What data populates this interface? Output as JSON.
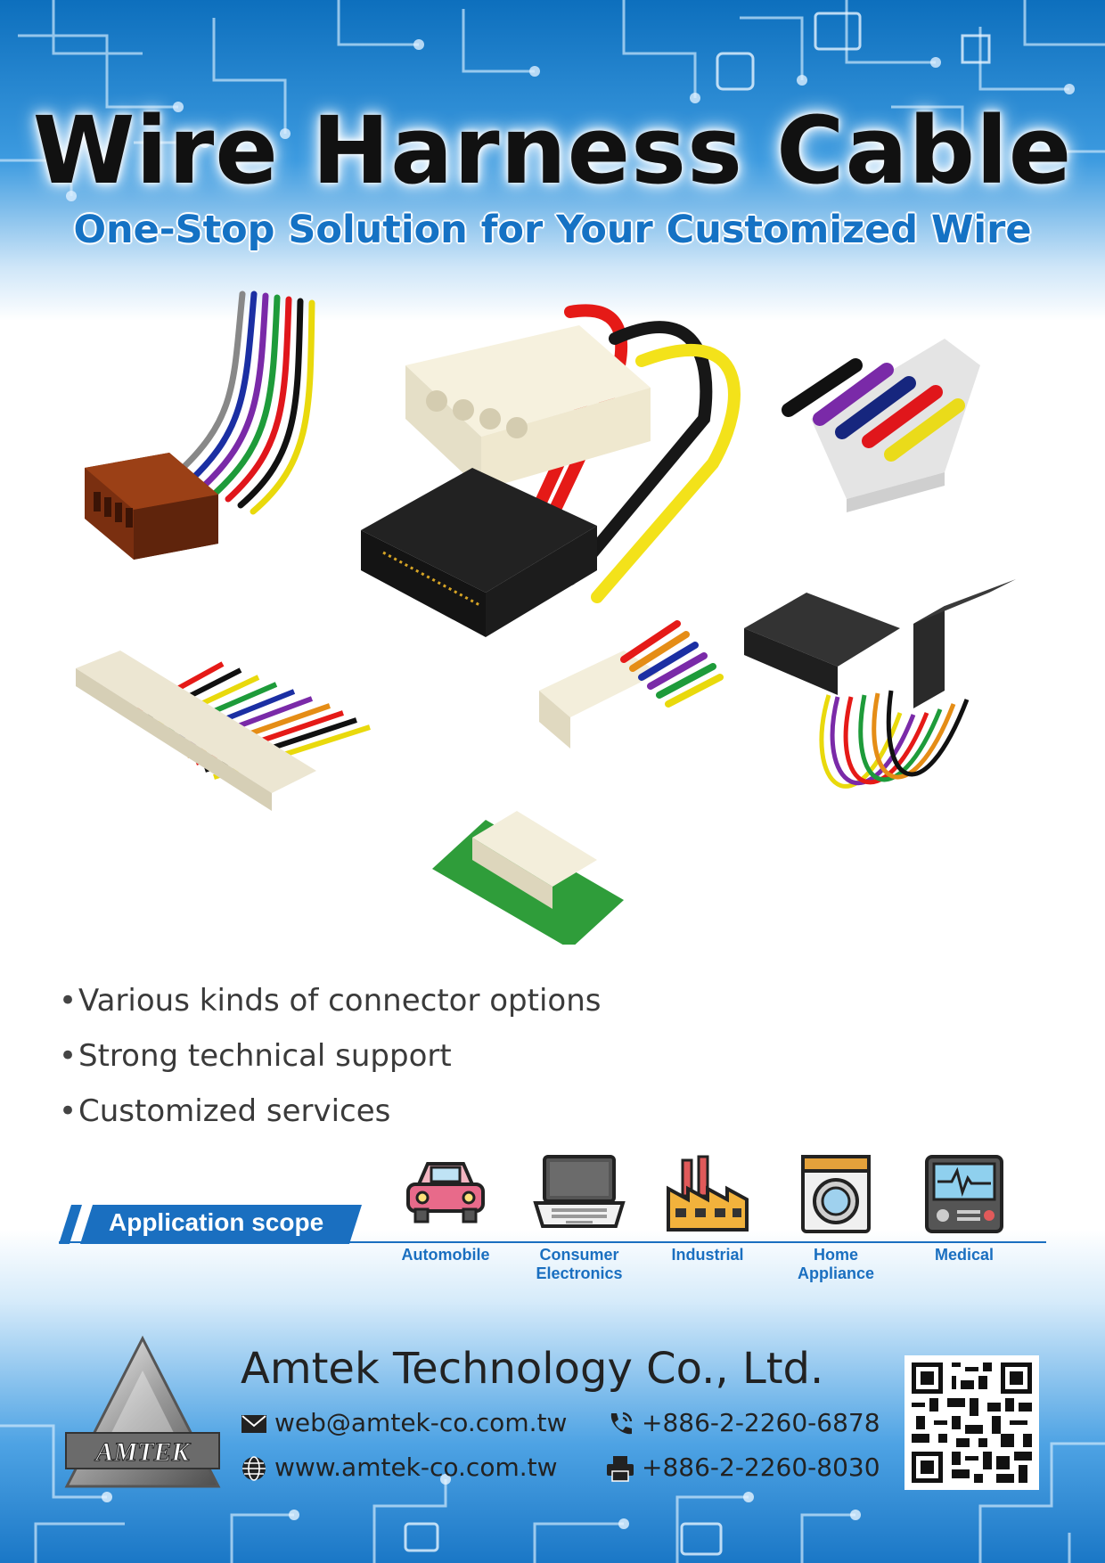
{
  "header": {
    "title": "Wire Harness Cable",
    "subtitle": "One-Stop Solution for Your Customized Wire"
  },
  "features": [
    "Various kinds of connector options",
    "Strong technical support",
    "Customized services"
  ],
  "application_scope": {
    "label": "Application scope",
    "items": [
      {
        "label": "Automobile",
        "icon": "car-icon"
      },
      {
        "label": "Consumer\nElectronics",
        "icon": "laptop-icon"
      },
      {
        "label": "Industrial",
        "icon": "factory-icon"
      },
      {
        "label": "Home Appliance",
        "icon": "washing-machine-icon"
      },
      {
        "label": "Medical",
        "icon": "medical-monitor-icon"
      }
    ]
  },
  "company": {
    "name": "Amtek Technology Co., Ltd.",
    "logo_text": "AMTEK",
    "email": "web@amtek-co.com.tw",
    "website": "www.amtek-co.com.tw",
    "phone": "+886-2-2260-6878",
    "fax": "+886-2-2260-8030"
  },
  "colors": {
    "accent_blue": "#1a6fc0",
    "header_blue": "#0d6fbd"
  }
}
